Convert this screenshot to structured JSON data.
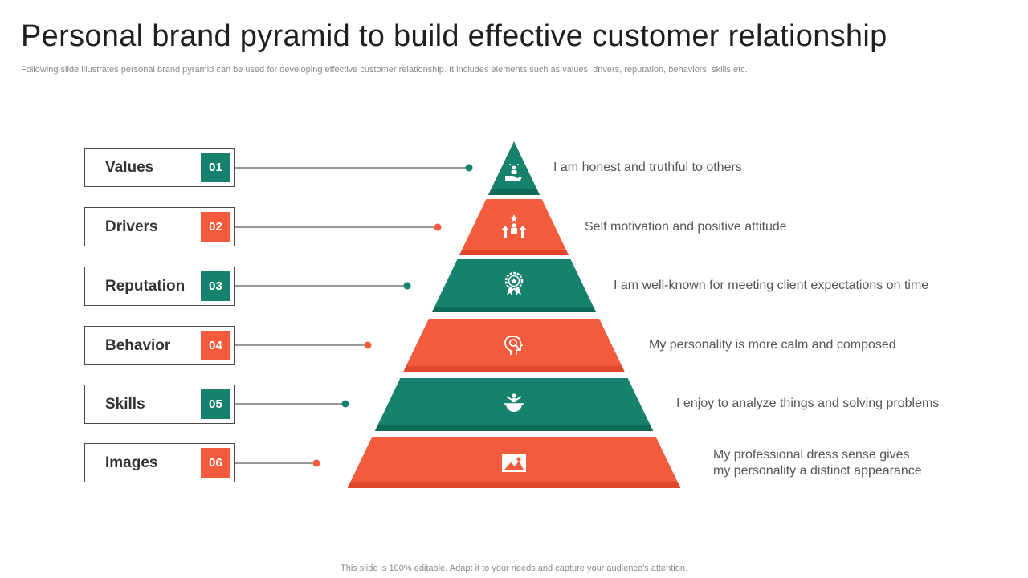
{
  "header": {
    "title": "Personal brand pyramid to build effective customer relationship",
    "subtitle": "Following slide illustrates personal brand pyramid can be used for developing effective  customer relationship. It includes elements such as values, drivers, reputation, behaviors, skills etc."
  },
  "colors": {
    "teal": "#16816c",
    "teal_dark": "#0f6a58",
    "orange": "#f35b3c",
    "orange_dark": "#e0462a",
    "connector": "#333333"
  },
  "levels": [
    {
      "label": "Values",
      "number": "01",
      "color": "teal",
      "icon": "hand-with-person-icon",
      "description": [
        "I am honest and truthful  to others"
      ]
    },
    {
      "label": "Drivers",
      "number": "02",
      "color": "orange",
      "icon": "team-growth-arrows-icon",
      "description": [
        "Self motivation and positive attitude"
      ]
    },
    {
      "label": "Reputation",
      "number": "03",
      "color": "teal",
      "icon": "award-badge-icon",
      "description": [
        "I am well-known  for meeting client expectations on time"
      ]
    },
    {
      "label": "Behavior",
      "number": "04",
      "color": "orange",
      "icon": "head-magnifier-icon",
      "description": [
        "My personality is more calm and composed"
      ]
    },
    {
      "label": "Skills",
      "number": "05",
      "color": "teal",
      "icon": "person-globe-icon",
      "description": [
        "I enjoy to analyze  things and solving problems"
      ]
    },
    {
      "label": "Images",
      "number": "06",
      "color": "orange",
      "icon": "image-icon",
      "description": [
        "My professional dress sense gives",
        "my personality a distinct appearance"
      ]
    }
  ],
  "footer": {
    "note": "This slide is 100% editable. Adapt it to your needs and capture your audience's attention."
  }
}
